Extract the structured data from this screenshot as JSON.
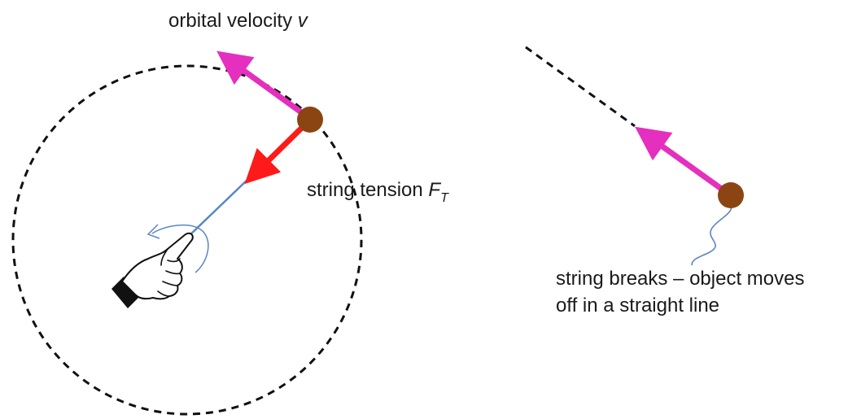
{
  "labels": {
    "velocity_text": "orbital velocity ",
    "velocity_symbol": "v",
    "tension_text": "string tension ",
    "tension_symbol": "F",
    "tension_subscript": "T",
    "breaks_line1": "string breaks – object moves",
    "breaks_line2": "off in a straight line"
  },
  "colors": {
    "velocity_arrow": "#e52fbe",
    "tension_arrow": "#ff1a1a",
    "object": "#8b4513",
    "string": "#5b86c4",
    "orbit_path": "#111111"
  },
  "icons": {
    "hand": "pointing-hand-icon"
  }
}
